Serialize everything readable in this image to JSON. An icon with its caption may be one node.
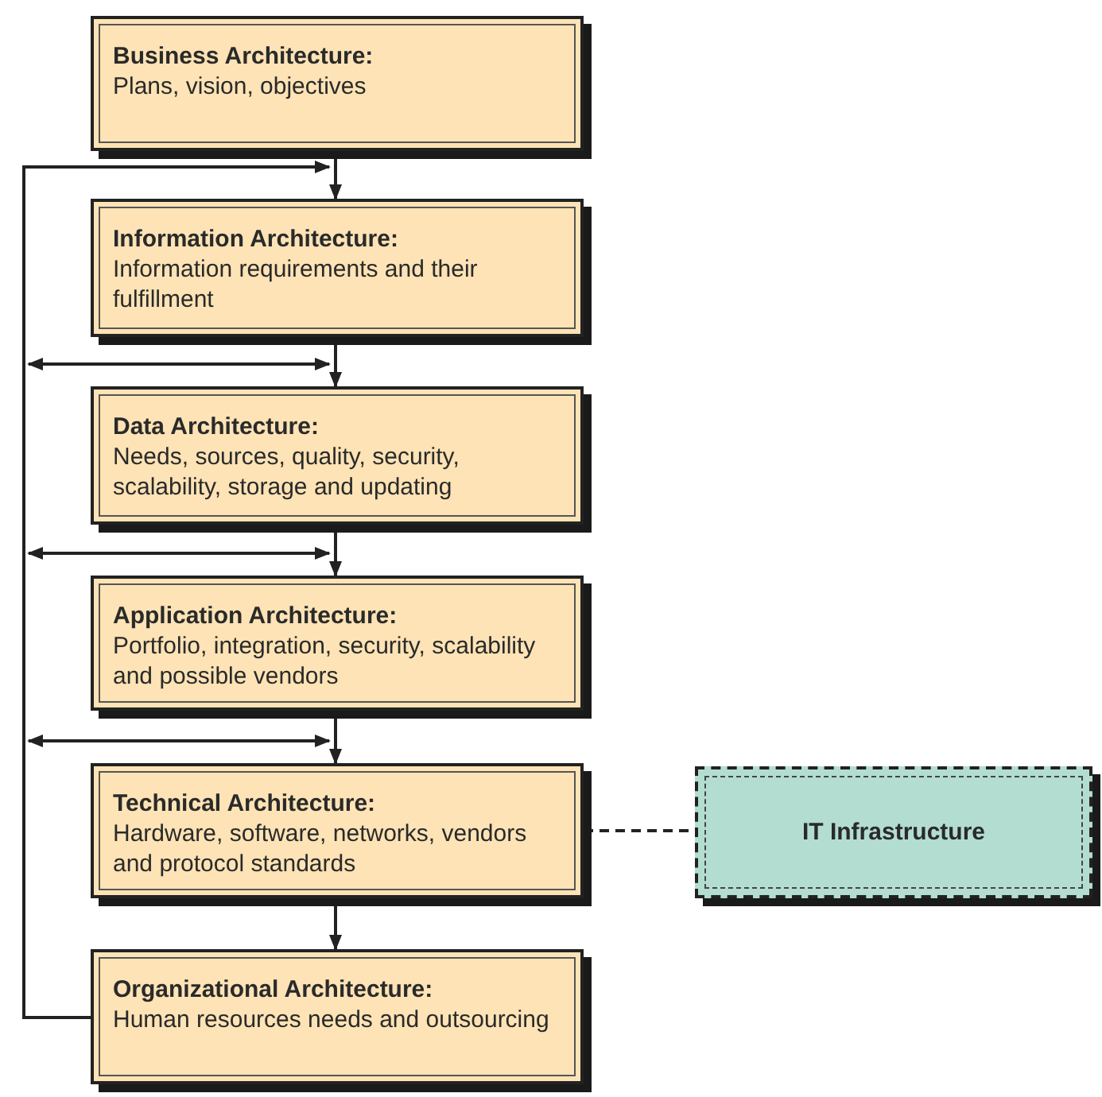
{
  "diagram": {
    "nodes": [
      {
        "text": [
          "Business Architecture:",
          "Plans, vision, objectives"
        ]
      },
      {
        "text": [
          "Information Architecture:",
          "Information requirements and their fulfillment"
        ]
      },
      {
        "text": [
          "Data Architecture:",
          "Needs, sources, quality, security, scalability, storage and updating"
        ]
      },
      {
        "text": [
          "Application Architecture:",
          "Portfolio, integration, security, scalability and possible vendors"
        ]
      },
      {
        "text": [
          "Technical Architecture:",
          "Hardware, software, networks, vendors and protocol standards"
        ]
      },
      {
        "text": [
          "Organizational Architecture:",
          "Human resources needs and outsourcing"
        ]
      },
      {
        "text": [
          "IT Infrastructure"
        ]
      }
    ],
    "edges": [
      {
        "from": 0,
        "to": 1,
        "arrow": "to"
      },
      {
        "from": 1,
        "to": 2,
        "arrow": "to"
      },
      {
        "from": 2,
        "to": 3,
        "arrow": "to"
      },
      {
        "from": 3,
        "to": 4,
        "arrow": "to"
      },
      {
        "from": 4,
        "to": 5,
        "arrow": "to"
      },
      {
        "from": 5,
        "to": 1,
        "arrow": "to"
      },
      {
        "from": null,
        "to": 2,
        "arrow": "both"
      },
      {
        "from": null,
        "to": 3,
        "arrow": "both"
      },
      {
        "from": null,
        "to": 4,
        "arrow": "both"
      },
      {
        "from": 4,
        "to": 6,
        "arrow": "none",
        "style": "dashed"
      }
    ]
  }
}
